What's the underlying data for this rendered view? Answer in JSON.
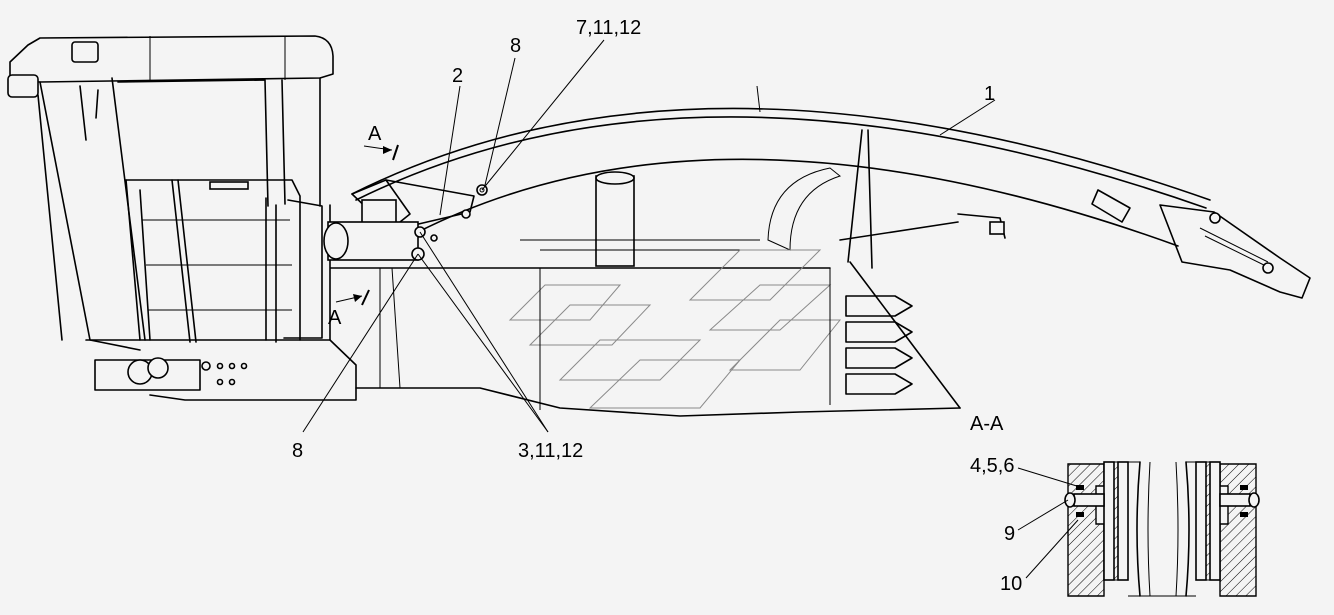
{
  "callouts": {
    "c1": "1",
    "c2": "2",
    "c8_top": "8",
    "c7_11_12": "7,11,12",
    "c8_bottom": "8",
    "c3_11_12": "3,11,12",
    "c4_5_6": "4,5,6",
    "c9": "9",
    "c10": "10"
  },
  "section": {
    "marker_top": "A",
    "marker_bottom": "A",
    "detail_title": "A-A"
  },
  "colors": {
    "background": "#f4f4f4",
    "line": "#000000",
    "ghost_line": "#8a8a8a"
  }
}
